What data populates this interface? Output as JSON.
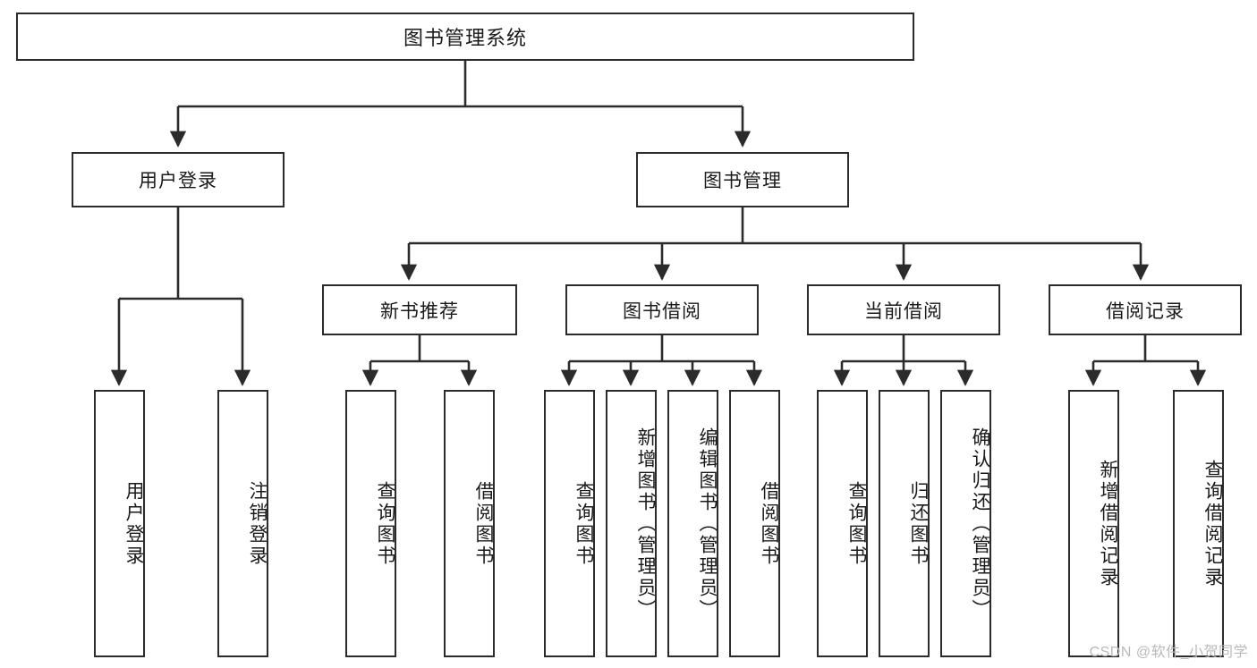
{
  "diagram": {
    "title": "图书管理系统",
    "type": "function-structure-tree",
    "watermark": "CSDN @软件_小贺同学",
    "colors": {
      "box_border": "#2b2b2b",
      "box_fill": "#ffffff",
      "line": "#2b2b2b",
      "text": "#1a1a1a",
      "watermark": "#b9b9b9"
    },
    "levels": {
      "level1": [
        {
          "id": "root",
          "label": "图书管理系统"
        }
      ],
      "level2": [
        {
          "id": "user-login",
          "label": "用户登录"
        },
        {
          "id": "book-manage",
          "label": "图书管理"
        }
      ],
      "level3": [
        {
          "id": "new-book-recommend",
          "label": "新书推荐"
        },
        {
          "id": "book-borrow",
          "label": "图书借阅"
        },
        {
          "id": "current-borrow",
          "label": "当前借阅"
        },
        {
          "id": "borrow-record",
          "label": "借阅记录"
        }
      ],
      "level4": [
        {
          "id": "leaf-user-login",
          "label": "用户登录",
          "parent": "user-login"
        },
        {
          "id": "leaf-logout",
          "label": "注销登录",
          "parent": "user-login"
        },
        {
          "id": "leaf-query-book-1",
          "label": "查询图书",
          "parent": "new-book-recommend"
        },
        {
          "id": "leaf-borrow-book-1",
          "label": "借阅图书",
          "parent": "new-book-recommend"
        },
        {
          "id": "leaf-query-book-2",
          "label": "查询图书",
          "parent": "book-borrow"
        },
        {
          "id": "leaf-add-book",
          "label": "新增图书（管理员）",
          "parent": "book-borrow"
        },
        {
          "id": "leaf-edit-book",
          "label": "编辑图书（管理员）",
          "parent": "book-borrow"
        },
        {
          "id": "leaf-borrow-book-2",
          "label": "借阅图书",
          "parent": "book-borrow"
        },
        {
          "id": "leaf-query-book-3",
          "label": "查询图书",
          "parent": "current-borrow"
        },
        {
          "id": "leaf-return-book",
          "label": "归还图书",
          "parent": "current-borrow"
        },
        {
          "id": "leaf-confirm-return",
          "label": "确认归还（管理员）",
          "parent": "current-borrow"
        },
        {
          "id": "leaf-add-record",
          "label": "新增借阅记录",
          "parent": "borrow-record"
        },
        {
          "id": "leaf-query-record",
          "label": "查询借阅记录",
          "parent": "borrow-record"
        }
      ]
    }
  }
}
